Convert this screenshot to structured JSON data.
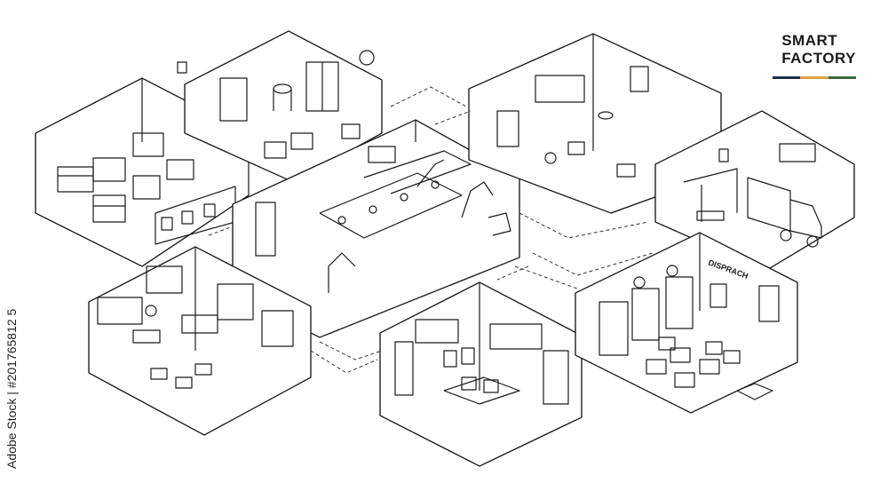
{
  "title": {
    "line1": "SMART",
    "line2": "FACTORY"
  },
  "title_bar_colors": [
    "#1e2f4a",
    "#e0a040",
    "#3a6a3a"
  ],
  "room_labels": {
    "dispatch": "DISPRACH"
  },
  "stock_id": "Adobe Stock | #201765812 5",
  "colors": {
    "line": "#1a1a1a",
    "dash": "#333333"
  }
}
